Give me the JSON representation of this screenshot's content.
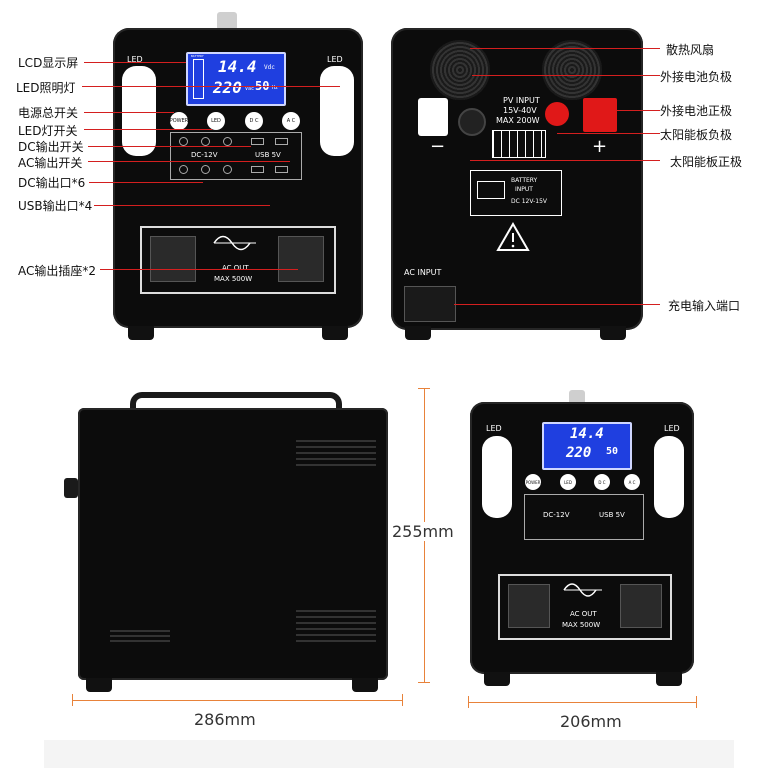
{
  "front_panel": {
    "led_left": "LED",
    "led_right": "LED",
    "lcd_line1": "14.4",
    "lcd_line1_unit": "Vdc",
    "lcd_line2": "220",
    "lcd_line2_unit": "Vac",
    "lcd_freq": "50",
    "lcd_freq_unit": "Hz",
    "lcd_battery_label": "BATTERY",
    "btn_power": "POWER",
    "btn_led": "LED",
    "btn_dc": "D C",
    "btn_ac": "A C",
    "dc_label": "DC-12V",
    "usb_label": "USB  5V",
    "ac_out": "AC  OUT",
    "ac_max": "MAX  500W"
  },
  "rear_panel": {
    "pv_input": "PV  INPUT",
    "pv_range": "15V-40V",
    "pv_max": "MAX  200W",
    "battery_input_1": "BATTERY",
    "battery_input_2": "INPUT",
    "battery_input_3": "DC  12V-15V",
    "ac_input": "AC  INPUT",
    "minus": "−",
    "plus": "+"
  },
  "left_labels": [
    "LCD显示屏",
    "LED照明灯",
    "电源总开关",
    "LED灯开关",
    "DC输出开关",
    "AC输出开关",
    "DC输出口*6",
    "USB输出口*4",
    "AC输出插座*2"
  ],
  "right_labels": [
    "散热风扇",
    "外接电池负极",
    "外接电池正极",
    "太阳能板负极",
    "太阳能板正极",
    "充电输入端口"
  ],
  "dimensions": {
    "height": "255mm",
    "length": "286mm",
    "width": "206mm"
  },
  "colors": {
    "accent_line": "#d41f1f",
    "dimension_line": "#e8823a",
    "lcd_blue": "#1f3fe0",
    "unit_body": "#0c0c0c"
  }
}
